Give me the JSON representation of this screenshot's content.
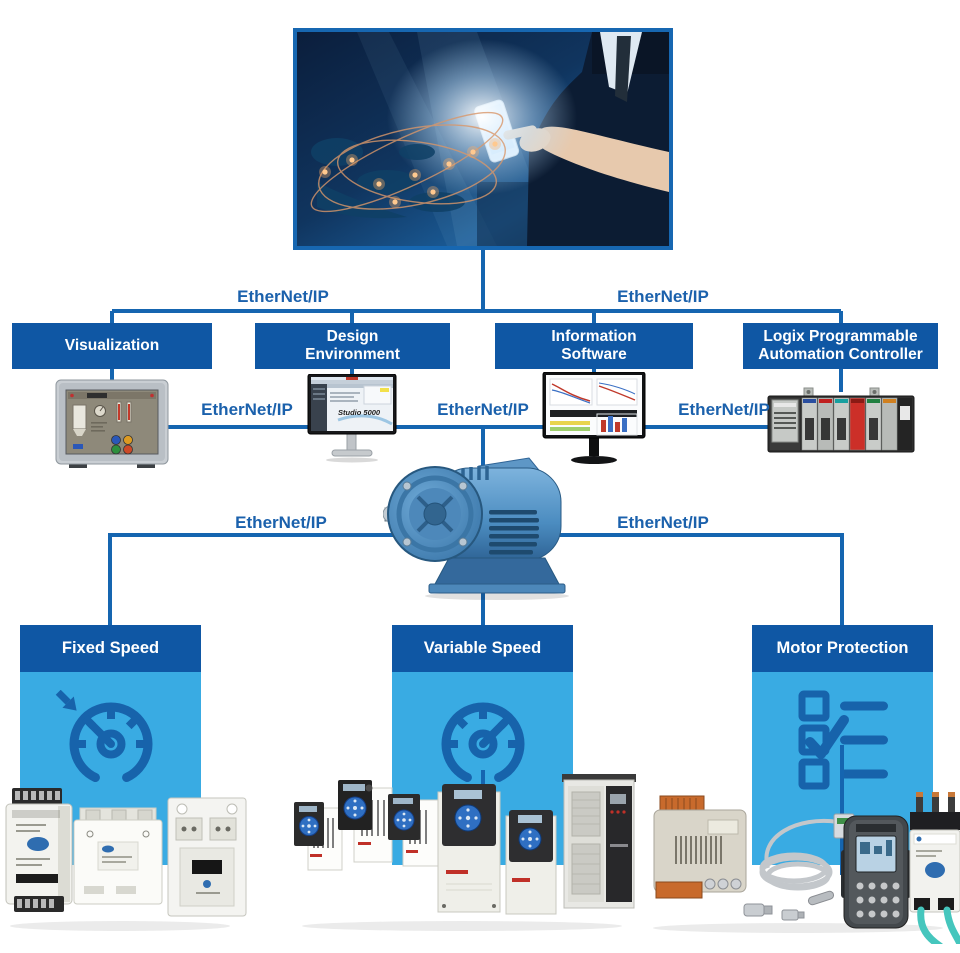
{
  "network": {
    "label": "EtherNet/IP"
  },
  "top_boxes": [
    {
      "name": "visualization",
      "lines": [
        "Visualization"
      ]
    },
    {
      "name": "design-environment",
      "lines": [
        "Design",
        "Environment"
      ]
    },
    {
      "name": "information-software",
      "lines": [
        "Information",
        "Software"
      ]
    },
    {
      "name": "logix-pac",
      "lines": [
        "Logix Programmable",
        "Automation Controller"
      ]
    }
  ],
  "bottom_panels": [
    {
      "name": "fixed-speed",
      "label": "Fixed Speed",
      "icon": "gauge-with-arrow-icon"
    },
    {
      "name": "variable-speed",
      "label": "Variable Speed",
      "icon": "gauge-icon"
    },
    {
      "name": "motor-protection",
      "label": "Motor Protection",
      "icon": "checklist-icon"
    }
  ],
  "devices": {
    "top_display": "enterprise-network-display",
    "visualization": "panelview-hmi-terminal",
    "design": "studio5000-design-monitor",
    "design_screen_text": "Studio 5000",
    "information": "analytics-monitor",
    "controller": "logix-controller-rack",
    "motor": "ac-electric-motor",
    "fixed_speed_products": "starters-and-contactors",
    "variable_speed_products": "powerflex-drives",
    "motor_protection_products": "protection-relays-and-sensors"
  },
  "colors": {
    "connector_blue": "#1565b0",
    "header_box_blue": "#0f57a4",
    "panel_light_blue": "#39abe3",
    "panel_icon_blue": "#1763ab",
    "ethernet_label_blue": "#1b61ac"
  }
}
